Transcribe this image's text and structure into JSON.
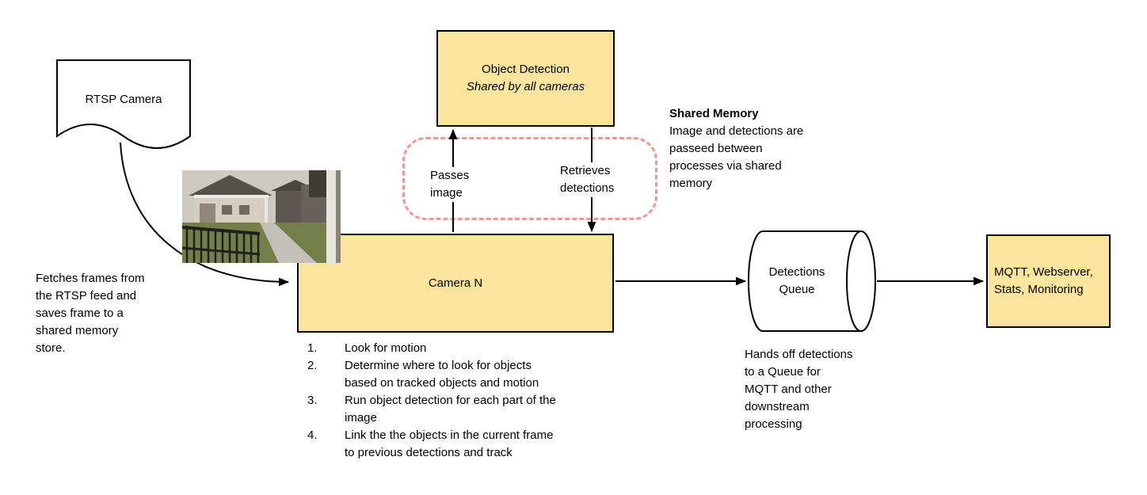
{
  "colors": {
    "box_fill": "#FBE49C",
    "box_border": "#000000",
    "shared_memory_outline": "#F2978B"
  },
  "rtsp_camera": {
    "label": "RTSP Camera",
    "note": "Fetches frames from\nthe RTSP feed and\nsaves frame to a\nshared memory\nstore."
  },
  "object_detection": {
    "title": "Object Detection",
    "subtitle": "Shared by all cameras"
  },
  "shared_memory": {
    "title": "Shared Memory",
    "body": "Image and detections are\npasseed between\nprocesses via shared\nmemory",
    "passes_label": "Passes\nimage",
    "retrieves_label": "Retrieves\ndetections"
  },
  "camera_n": {
    "label": "Camera N",
    "steps": [
      "Look for motion",
      "Determine where to look for objects\nbased on tracked objects and motion",
      "Run object detection for each part of the\nimage",
      "Link the the objects in the current frame\nto previous detections and track"
    ]
  },
  "detections_queue": {
    "label": "Detections Queue",
    "note": "Hands off detections\nto a Queue for\nMQTT and other\ndownstream\nprocessing"
  },
  "outputs": {
    "label": "MQTT, Webserver,\nStats, Monitoring"
  }
}
